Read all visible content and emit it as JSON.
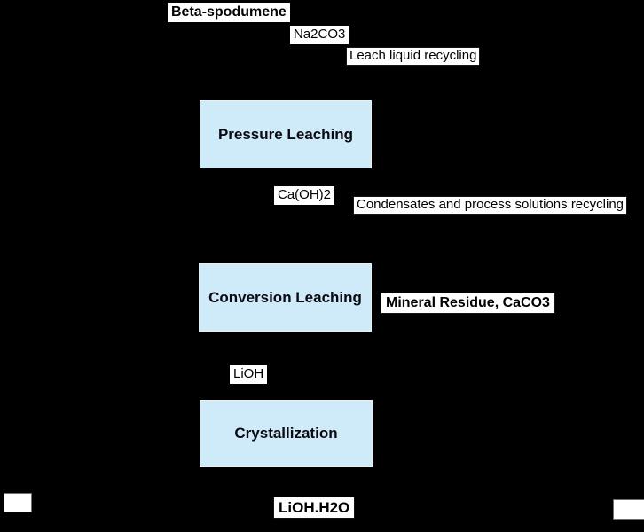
{
  "colors": {
    "background": "#000000",
    "process_box_fill": "#cfeaf8",
    "process_box_border": "#e9eef1",
    "label_background": "#ffffff",
    "text": "#000000"
  },
  "flow": {
    "inputs": {
      "feed": "Beta-spodumene",
      "reagent_1": "Na2CO3",
      "recycle_1": "Leach liquid recycling",
      "reagent_2": "Ca(OH)2",
      "recycle_2": "Condensates and process solutions recycling",
      "intermediate": "LiOH"
    },
    "processes": {
      "step_1": "Pressure Leaching",
      "step_2": "Conversion Leaching",
      "step_3": "Crystallization"
    },
    "outputs": {
      "byproduct": "Mineral Residue, CaCO3",
      "product": "LiOH.H2O"
    }
  }
}
